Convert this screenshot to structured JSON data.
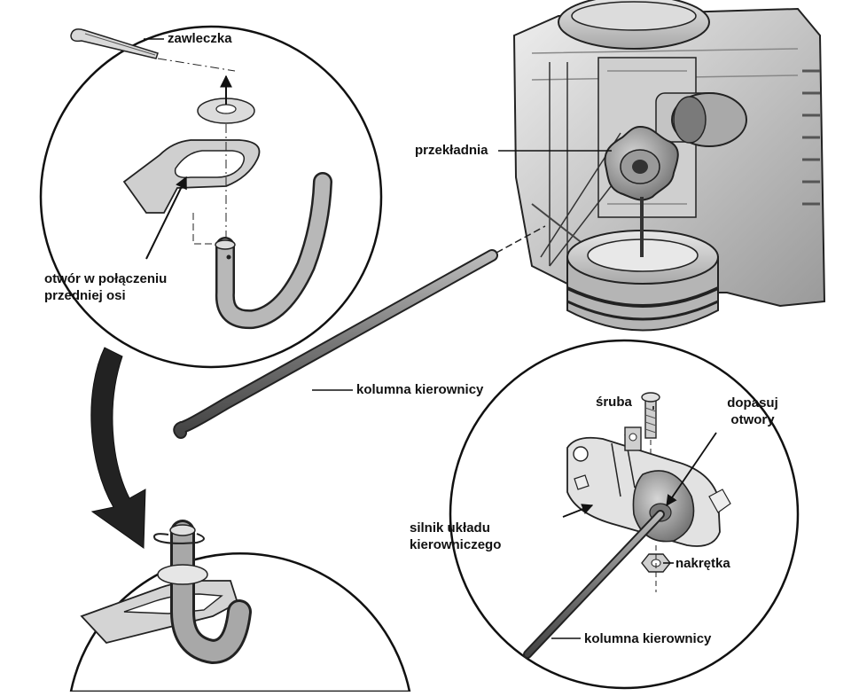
{
  "labels": {
    "cotter_pin": "zawleczka",
    "gearbox": "przekładnia",
    "axle_hole_line1": "otwór w połączeniu",
    "axle_hole_line2": "przedniej osi",
    "steering_column_main": "kolumna kierownicy",
    "screw": "śruba",
    "align_holes_line1": "dopasuj",
    "align_holes_line2": "otwory",
    "steering_motor_line1": "silnik układu",
    "steering_motor_line2": "kierowniczego",
    "nut": "nakrętka",
    "steering_column_detail": "kolumna kierownicy"
  },
  "colors": {
    "line": "#111111",
    "metal_dark": "#555555",
    "metal_mid": "#8a8a8a",
    "metal_light": "#cfcfcf",
    "plastic": "#bdbdbd",
    "plastic_light": "#e6e6e6",
    "arrow_fill": "#222222"
  }
}
